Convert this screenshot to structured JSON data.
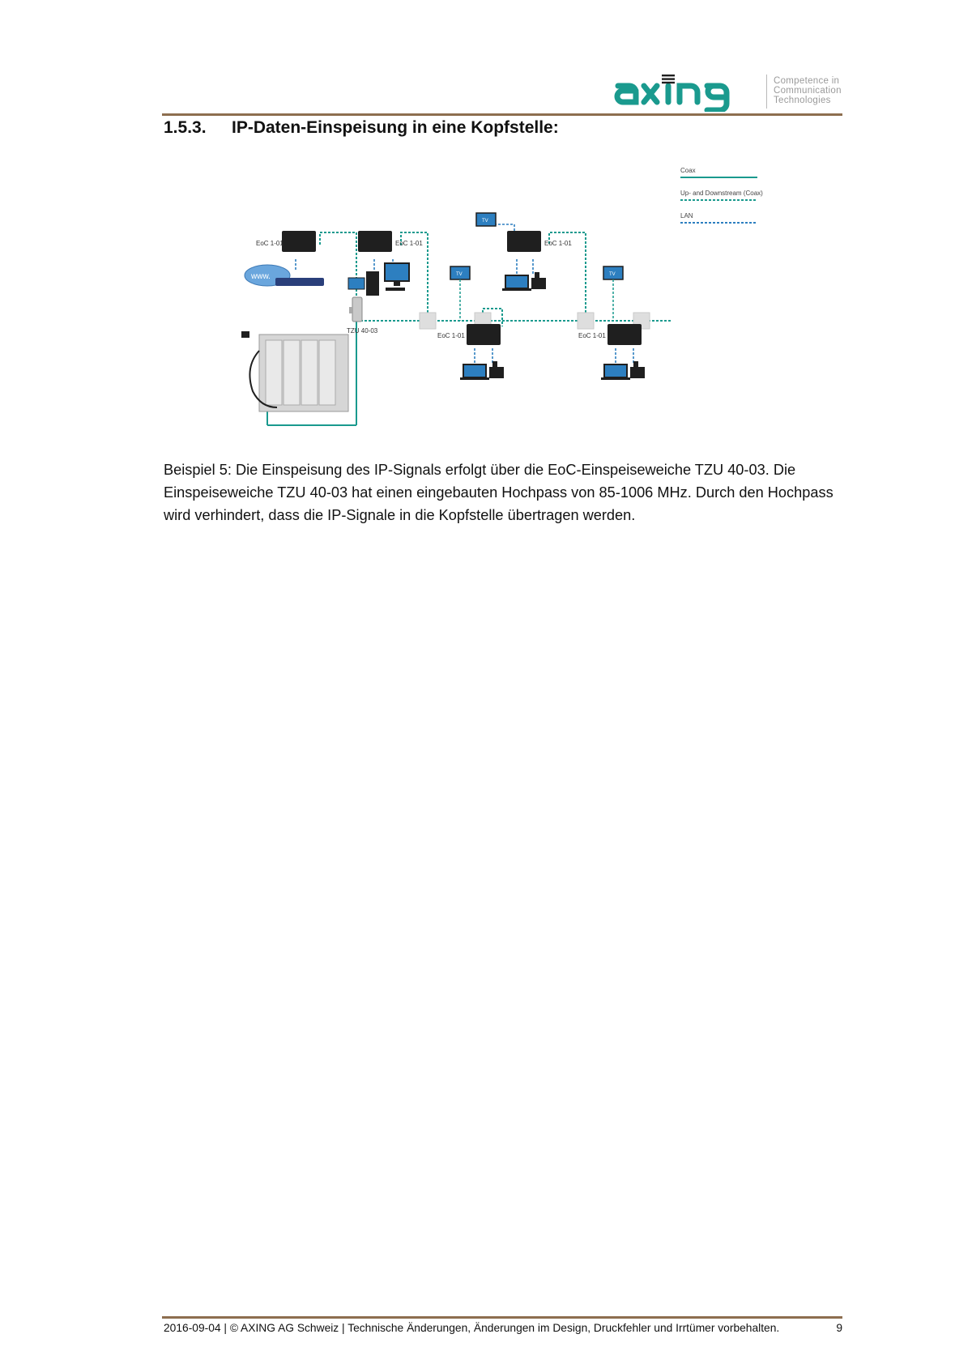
{
  "header": {
    "logo_text": "axing",
    "tagline": [
      "Competence in",
      "Communication",
      "Technologies"
    ]
  },
  "section": {
    "number": "1.5.3.",
    "title": "IP-Daten-Einspeisung in eine Kopfstelle:"
  },
  "figure": {
    "legend": {
      "coax": "Coax",
      "updown": "Up- and Downstream (Coax)",
      "lan": "LAN"
    },
    "eoc_label": "EoC 1-01",
    "tzu_label": "TZU 40-03",
    "tv_label": "TV",
    "www_label": "www.",
    "colors": {
      "coax": "#1a9a8e",
      "device": "#1f1f1f",
      "screen": "#2d7fc0"
    }
  },
  "body": {
    "paragraph": "Beispiel 5: Die Einspeisung des IP-Signals erfolgt über die EoC-Einspeiseweiche TZU 40-03. Die Einspeiseweiche TZU 40-03 hat einen eingebauten Hochpass von 85-1006 MHz. Durch den Hochpass wird verhindert, dass die IP-Signale in die Kopfstelle übertragen werden."
  },
  "footer": {
    "text": "2016-09-04 | © AXING AG Schweiz | Technische Änderungen, Änderungen im Design, Druckfehler und Irrtümer vorbehalten.",
    "page_number": "9"
  }
}
